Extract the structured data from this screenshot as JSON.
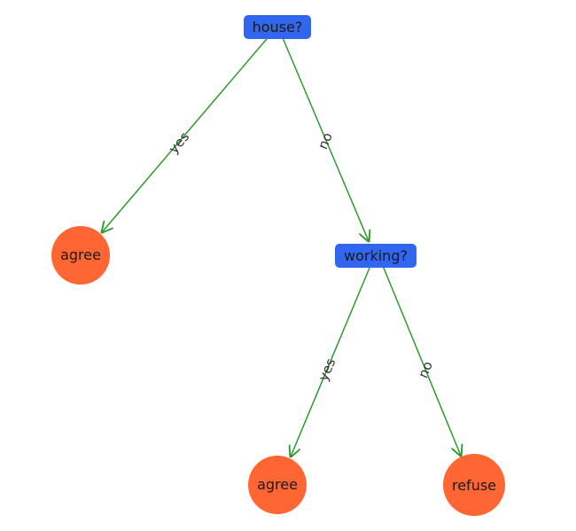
{
  "colors": {
    "decision_node": "#3366ee",
    "leaf_node": "#ff6633",
    "edge": "#2e9a2e",
    "text": "#1a1a1a",
    "edge_text": "#333333"
  },
  "nodes": {
    "root": {
      "label": "house?",
      "kind": "decision"
    },
    "working": {
      "label": "working?",
      "kind": "decision"
    },
    "leaf_agree_1": {
      "label": "agree",
      "kind": "leaf"
    },
    "leaf_agree_2": {
      "label": "agree",
      "kind": "leaf"
    },
    "leaf_refuse": {
      "label": "refuse",
      "kind": "leaf"
    }
  },
  "edges": [
    {
      "from": "root",
      "to": "leaf_agree_1",
      "label": "yes"
    },
    {
      "from": "root",
      "to": "working",
      "label": "no"
    },
    {
      "from": "working",
      "to": "leaf_agree_2",
      "label": "yes"
    },
    {
      "from": "working",
      "to": "leaf_refuse",
      "label": "no"
    }
  ]
}
